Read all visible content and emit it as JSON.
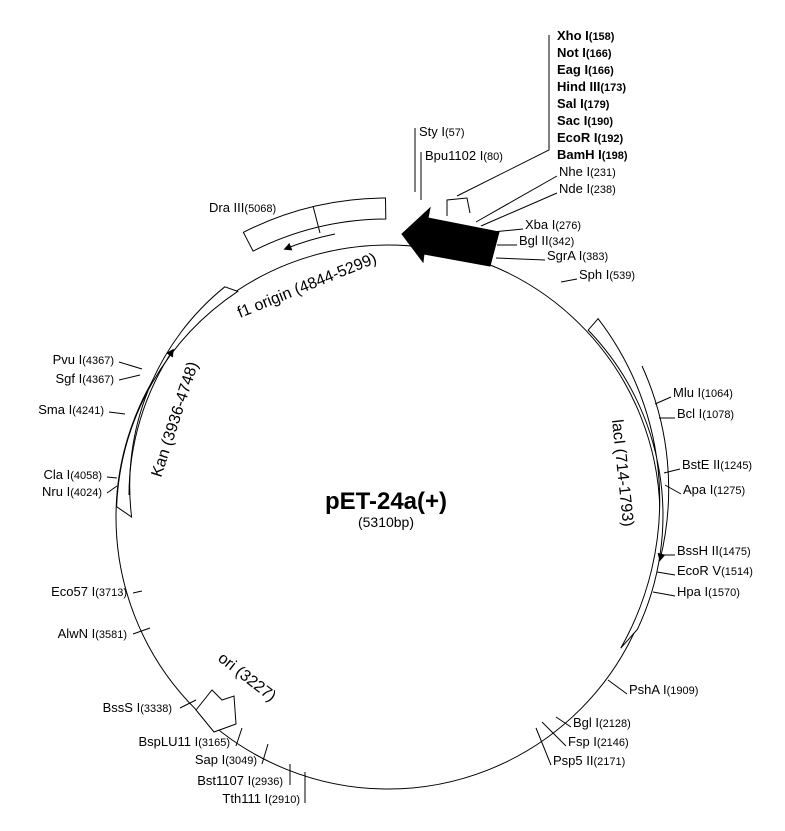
{
  "plasmid": {
    "name": "pET-24a(+)",
    "size": "(5310bp)",
    "total_bp": 5310
  },
  "sites": [
    {
      "id": "sty",
      "name": "Sty I",
      "pos": "(57)",
      "bp": 57,
      "side": "up"
    },
    {
      "id": "bpu1102",
      "name": "Bpu1102 I",
      "pos": "(80)",
      "bp": 80,
      "side": "up"
    },
    {
      "id": "nhe",
      "name": "Nhe I",
      "pos": "(231)",
      "bp": 231,
      "side": "right"
    },
    {
      "id": "nde",
      "name": "Nde I",
      "pos": "(238)",
      "bp": 238,
      "side": "right"
    },
    {
      "id": "xba",
      "name": "Xba I",
      "pos": "(276)",
      "bp": 276,
      "side": "right"
    },
    {
      "id": "bgl2",
      "name": "Bgl II",
      "pos": "(342)",
      "bp": 342,
      "side": "right"
    },
    {
      "id": "sgra",
      "name": "SgrA I",
      "pos": "(383)",
      "bp": 383,
      "side": "right"
    },
    {
      "id": "sph",
      "name": "Sph I",
      "pos": "(539)",
      "bp": 539,
      "side": "right"
    },
    {
      "id": "mlu",
      "name": "Mlu I",
      "pos": "(1064)",
      "bp": 1064,
      "side": "right"
    },
    {
      "id": "bcl",
      "name": "Bcl I",
      "pos": "(1078)",
      "bp": 1078,
      "side": "right"
    },
    {
      "id": "bste2",
      "name": "BstE II",
      "pos": "(1245)",
      "bp": 1245,
      "side": "right"
    },
    {
      "id": "apa",
      "name": "Apa I",
      "pos": "(1275)",
      "bp": 1275,
      "side": "right"
    },
    {
      "id": "bssh2",
      "name": "BssH II",
      "pos": "(1475)",
      "bp": 1475,
      "side": "right"
    },
    {
      "id": "ecorv",
      "name": "EcoR V",
      "pos": "(1514)",
      "bp": 1514,
      "side": "right"
    },
    {
      "id": "hpa",
      "name": "Hpa I",
      "pos": "(1570)",
      "bp": 1570,
      "side": "right"
    },
    {
      "id": "psha",
      "name": "PshA I",
      "pos": "(1909)",
      "bp": 1909,
      "side": "right"
    },
    {
      "id": "bgl1",
      "name": "Bgl I",
      "pos": "(2128)",
      "bp": 2128,
      "side": "right"
    },
    {
      "id": "fsp",
      "name": "Fsp I",
      "pos": "(2146)",
      "bp": 2146,
      "side": "right"
    },
    {
      "id": "psp52",
      "name": "Psp5 II",
      "pos": "(2171)",
      "bp": 2171,
      "side": "right"
    },
    {
      "id": "tth111",
      "name": "Tth111 I",
      "pos": "(2910)",
      "bp": 2910,
      "side": "left"
    },
    {
      "id": "bst1107",
      "name": "Bst1107 I",
      "pos": "(2936)",
      "bp": 2936,
      "side": "left"
    },
    {
      "id": "sap",
      "name": "Sap I",
      "pos": "(3049)",
      "bp": 3049,
      "side": "left"
    },
    {
      "id": "bsplu11",
      "name": "BspLU11 I",
      "pos": "(3165)",
      "bp": 3165,
      "side": "left"
    },
    {
      "id": "bsss",
      "name": "BssS I",
      "pos": "(3338)",
      "bp": 3338,
      "side": "left"
    },
    {
      "id": "alwn",
      "name": "AlwN I",
      "pos": "(3581)",
      "bp": 3581,
      "side": "left"
    },
    {
      "id": "eco57",
      "name": "Eco57 I",
      "pos": "(3713)",
      "bp": 3713,
      "side": "left"
    },
    {
      "id": "nru",
      "name": "Nru I",
      "pos": "(4024)",
      "bp": 4024,
      "side": "left"
    },
    {
      "id": "cla",
      "name": "Cla I",
      "pos": "(4058)",
      "bp": 4058,
      "side": "left"
    },
    {
      "id": "sma",
      "name": "Sma I",
      "pos": "(4241)",
      "bp": 4241,
      "side": "left"
    },
    {
      "id": "sgf",
      "name": "Sgf I",
      "pos": "(4367)",
      "bp": 4367,
      "side": "left"
    },
    {
      "id": "pvu",
      "name": "Pvu I",
      "pos": "(4367)",
      "bp": 4367,
      "side": "left"
    },
    {
      "id": "dra3",
      "name": "Dra III",
      "pos": "(5068)",
      "bp": 5068,
      "side": "up"
    }
  ],
  "mcs_sites": [
    {
      "name": "Xho I",
      "pos": "(158)"
    },
    {
      "name": "Not I",
      "pos": "(166)"
    },
    {
      "name": "Eag I",
      "pos": "(166)"
    },
    {
      "name": "Hind III",
      "pos": "(173)"
    },
    {
      "name": "Sal I",
      "pos": "(179)"
    },
    {
      "name": "Sac I",
      "pos": "(190)"
    },
    {
      "name": "EcoR I",
      "pos": "(192)"
    },
    {
      "name": "BamH I",
      "pos": "(198)"
    }
  ],
  "features": [
    {
      "id": "f1",
      "label": "f1 origin (4844-5299)",
      "start": 4844,
      "end": 5299
    },
    {
      "id": "kan",
      "label": "Kan (3936-4748)",
      "start": 3936,
      "end": 4748
    },
    {
      "id": "laci",
      "label": "lacI (714-1793)",
      "start": 714,
      "end": 1793
    },
    {
      "id": "ori",
      "label": "ori (3227)",
      "start": 3227,
      "end": 3227
    }
  ]
}
